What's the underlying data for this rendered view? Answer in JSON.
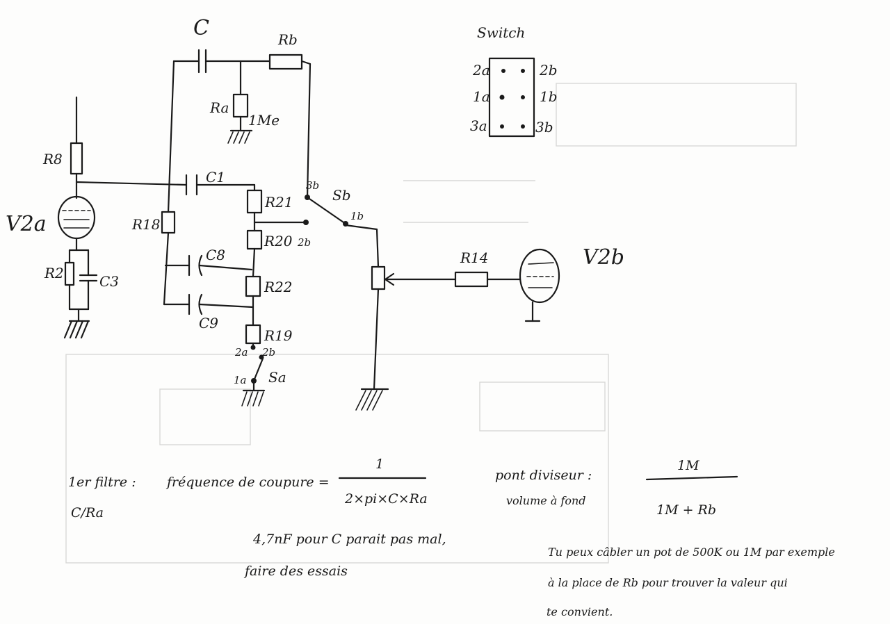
{
  "components": {
    "c": "C",
    "rb": "Rb",
    "ra": "Ra",
    "ra_value": "1Me",
    "r8": "R8",
    "v2a": "V2a",
    "r2": "R2",
    "c3": "C3",
    "c1": "C1",
    "r18": "R18",
    "r21": "R21",
    "r20": "R20",
    "c8": "C8",
    "r22": "R22",
    "c9": "C9",
    "r19": "R19",
    "r14": "R14",
    "v2b": "V2b"
  },
  "switch": {
    "title": "Switch",
    "left": [
      "2a",
      "1a",
      "3a"
    ],
    "right": [
      "2b",
      "1b",
      "3b"
    ],
    "sa": "Sa",
    "sb": "Sb",
    "sa_t2a": "2a",
    "sa_t2b": "2b",
    "sa_t1a": "1a",
    "sb_t3b": "3b",
    "sb_t1b": "1b",
    "sb_t2b": "2b"
  },
  "notes": {
    "filter_title": "1er filtre :",
    "filter_sub": "C/Ra",
    "freq_label": "fréquence de coupure =",
    "freq_num": "1",
    "freq_den": "2×pi×C×Ra",
    "cap_note_1": "4,7nF pour C parait pas mal,",
    "cap_note_2": "faire des essais",
    "divider_label": "pont diviseur :",
    "divider_sub": "volume à fond",
    "div_num": "1M",
    "div_den": "1M + Rb",
    "pot_note_1": "Tu peux câbler un pot de 500K ou 1M par exemple",
    "pot_note_2": "à la place de Rb pour trouver la valeur qui",
    "pot_note_3": "te convient."
  }
}
